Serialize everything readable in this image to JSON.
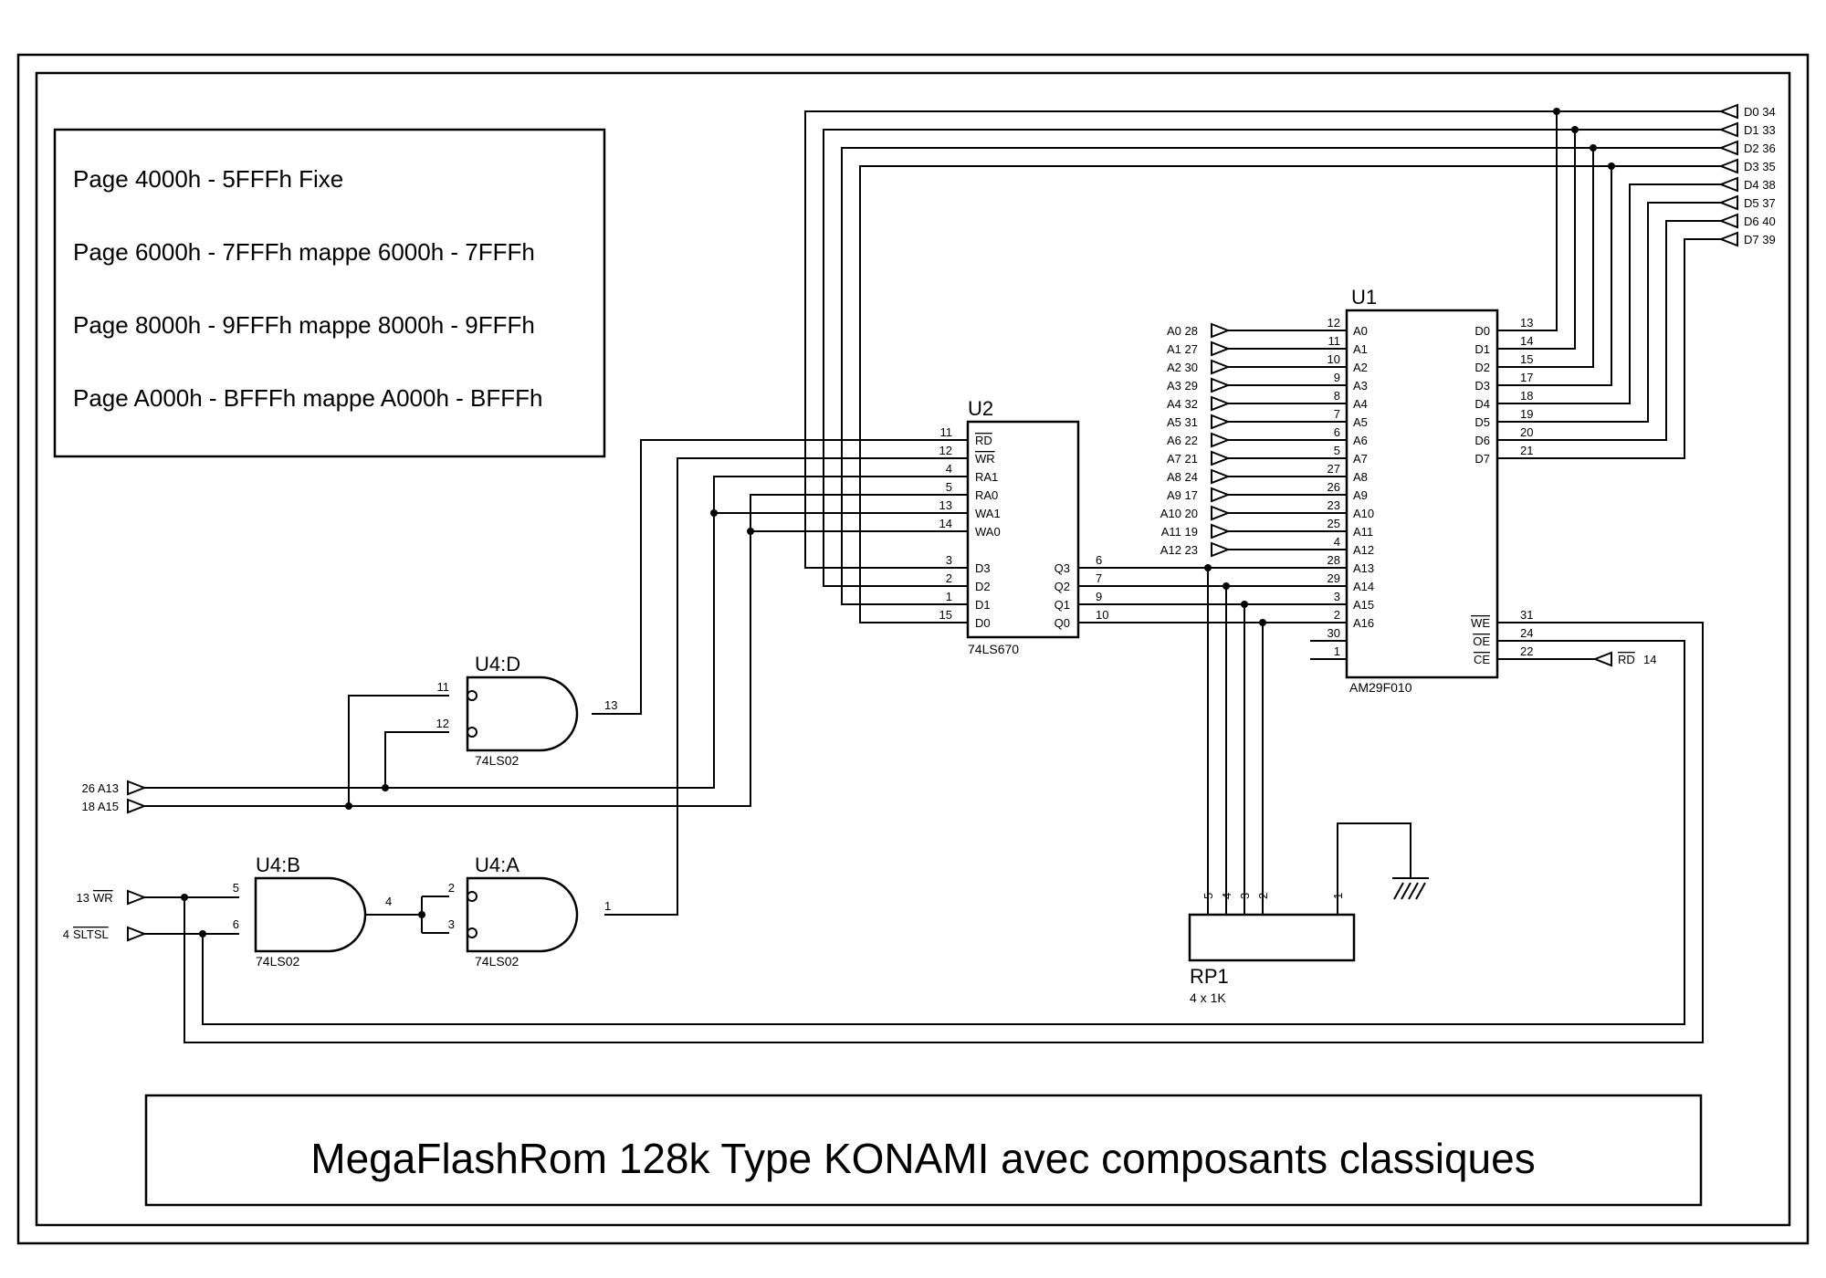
{
  "notes": [
    "Page 4000h - 5FFFh Fixe",
    "Page 6000h - 7FFFh mappe 6000h - 7FFFh",
    "Page 8000h - 9FFFh mappe 8000h - 9FFFh",
    "Page A000h - BFFFh mappe A000h - BFFFh"
  ],
  "title": "MegaFlashRom 128k Type KONAMI avec composants classiques",
  "u1": {
    "ref": "U1",
    "part": "AM29F010",
    "left_pins": [
      {
        "num": "12",
        "name": "A0"
      },
      {
        "num": "11",
        "name": "A1"
      },
      {
        "num": "10",
        "name": "A2"
      },
      {
        "num": "9",
        "name": "A3"
      },
      {
        "num": "8",
        "name": "A4"
      },
      {
        "num": "7",
        "name": "A5"
      },
      {
        "num": "6",
        "name": "A6"
      },
      {
        "num": "5",
        "name": "A7"
      },
      {
        "num": "27",
        "name": "A8"
      },
      {
        "num": "26",
        "name": "A9"
      },
      {
        "num": "23",
        "name": "A10"
      },
      {
        "num": "25",
        "name": "A11"
      },
      {
        "num": "4",
        "name": "A12"
      },
      {
        "num": "28",
        "name": "A13"
      },
      {
        "num": "29",
        "name": "A14"
      },
      {
        "num": "3",
        "name": "A15"
      },
      {
        "num": "2",
        "name": "A16"
      },
      {
        "num": "30",
        "name": ""
      },
      {
        "num": "1",
        "name": ""
      }
    ],
    "right_pins": [
      {
        "num": "13",
        "name": "D0"
      },
      {
        "num": "14",
        "name": "D1"
      },
      {
        "num": "15",
        "name": "D2"
      },
      {
        "num": "17",
        "name": "D3"
      },
      {
        "num": "18",
        "name": "D4"
      },
      {
        "num": "19",
        "name": "D5"
      },
      {
        "num": "20",
        "name": "D6"
      },
      {
        "num": "21",
        "name": "D7"
      }
    ],
    "ctrl_pins": [
      {
        "num": "31",
        "name": "WE"
      },
      {
        "num": "24",
        "name": "OE"
      },
      {
        "num": "22",
        "name": "CE"
      }
    ]
  },
  "u2": {
    "ref": "U2",
    "part": "74LS670",
    "left_pins": [
      {
        "num": "11",
        "name": "RD"
      },
      {
        "num": "12",
        "name": "WR"
      },
      {
        "num": "4",
        "name": "RA1"
      },
      {
        "num": "5",
        "name": "RA0"
      },
      {
        "num": "13",
        "name": "WA1"
      },
      {
        "num": "14",
        "name": "WA0"
      },
      {
        "num": "3",
        "name": "D3"
      },
      {
        "num": "2",
        "name": "D2"
      },
      {
        "num": "1",
        "name": "D1"
      },
      {
        "num": "15",
        "name": "D0"
      }
    ],
    "right_pins": [
      {
        "num": "6",
        "name": "Q3"
      },
      {
        "num": "7",
        "name": "Q2"
      },
      {
        "num": "9",
        "name": "Q1"
      },
      {
        "num": "10",
        "name": "Q0"
      }
    ]
  },
  "gates": {
    "u4d": {
      "ref": "U4:D",
      "part": "74LS02",
      "in1": "11",
      "in2": "12",
      "out": "13"
    },
    "u4b": {
      "ref": "U4:B",
      "part": "74LS02",
      "in1": "5",
      "in2": "6",
      "out": "4"
    },
    "u4a": {
      "ref": "U4:A",
      "part": "74LS02",
      "in1": "2",
      "in2": "3",
      "out": "1"
    }
  },
  "rp1": {
    "ref": "RP1",
    "value": "4 x 1K",
    "pins": [
      "5",
      "4",
      "3",
      "2",
      "1"
    ]
  },
  "addr_ports": [
    "A0 28",
    "A1 27",
    "A2 30",
    "A3 29",
    "A4 32",
    "A5 31",
    "A6 22",
    "A7 21",
    "A8 24",
    "A9 17",
    "A10 20",
    "A11 19",
    "A12 23"
  ],
  "data_ports": [
    "D0 34",
    "D1 33",
    "D2 36",
    "D3 35",
    "D4 38",
    "D5 37",
    "D6 40",
    "D7 39"
  ],
  "left_ports": {
    "a13": "26 A13",
    "a15": "18 A15",
    "wr_num": "13",
    "wr_name": "WR",
    "sltsl_num": "4",
    "sltsl_name": "SLTSL"
  },
  "rd_port": {
    "name": "RD",
    "num": "14"
  }
}
